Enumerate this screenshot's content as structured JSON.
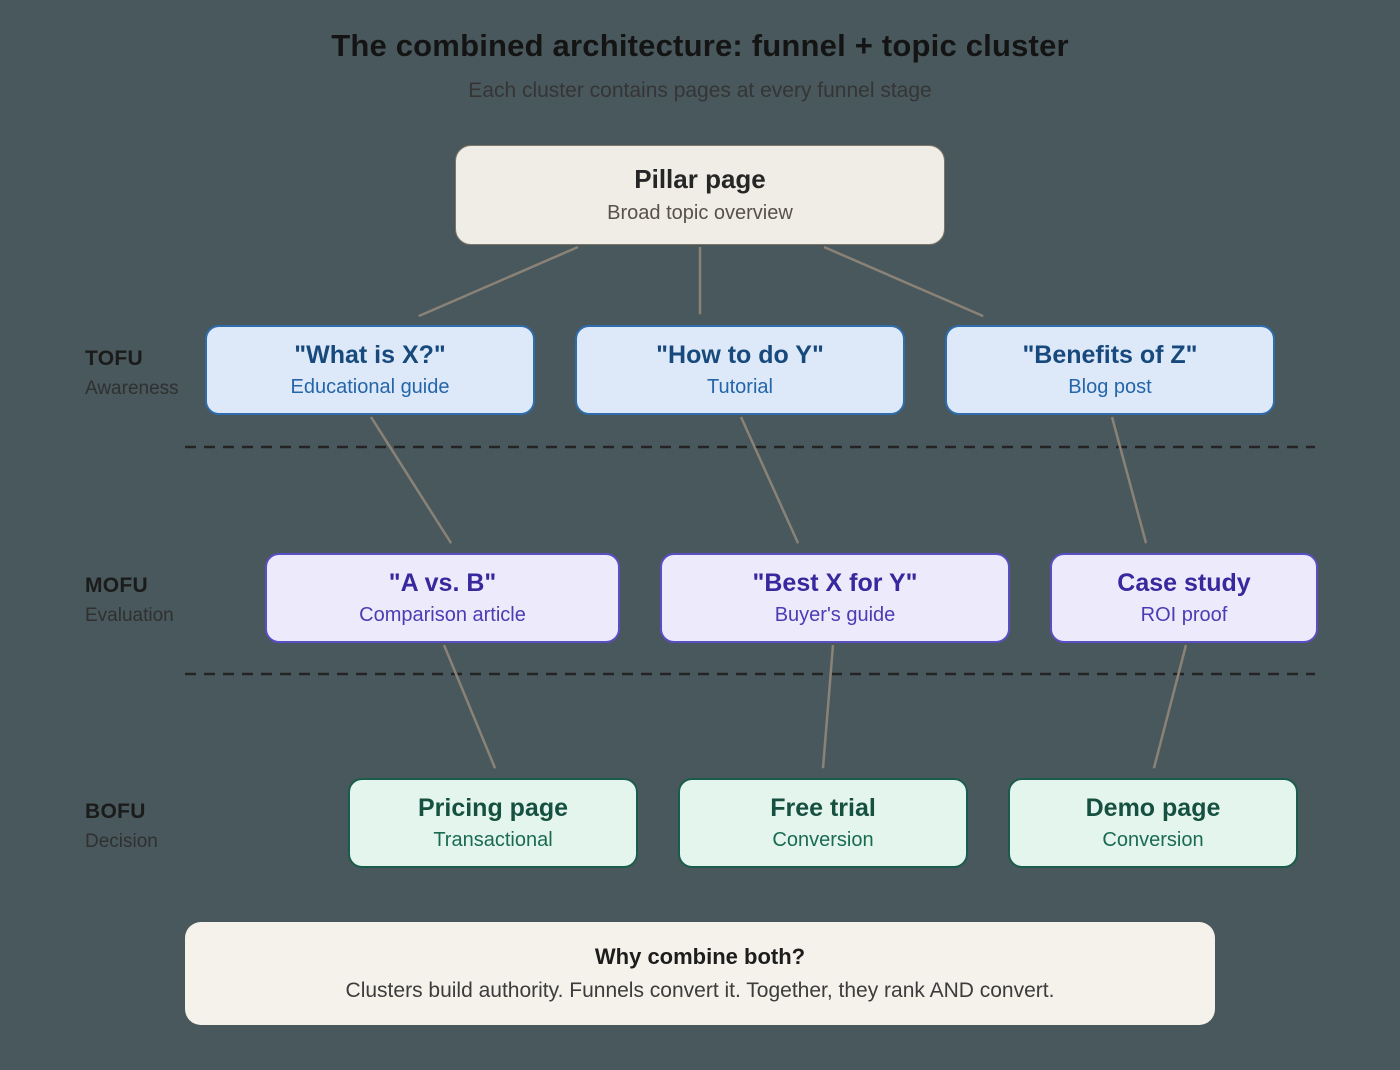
{
  "header": {
    "title": "The combined architecture: funnel + topic cluster",
    "subtitle": "Each cluster contains pages at every funnel stage"
  },
  "pillar": {
    "title": "Pillar page",
    "subtitle": "Broad topic overview"
  },
  "rows": [
    {
      "stage": "TOFU",
      "stage_sub": "Awareness",
      "accent": "#2e6cac",
      "fill": "#dde9f9",
      "boxes": [
        {
          "title": "\"What is X?\"",
          "subtitle": "Educational guide"
        },
        {
          "title": "\"How to do Y\"",
          "subtitle": "Tutorial"
        },
        {
          "title": "\"Benefits of Z\"",
          "subtitle": "Blog post"
        }
      ]
    },
    {
      "stage": "MOFU",
      "stage_sub": "Evaluation",
      "accent": "#5a4ec4",
      "fill": "#edeafb",
      "boxes": [
        {
          "title": "\"A vs. B\"",
          "subtitle": "Comparison article"
        },
        {
          "title": "\"Best X for Y\"",
          "subtitle": "Buyer's guide"
        },
        {
          "title": "Case study",
          "subtitle": "ROI proof"
        }
      ]
    },
    {
      "stage": "BOFU",
      "stage_sub": "Decision",
      "accent": "#1a5c4c",
      "fill": "#e3f5ec",
      "boxes": [
        {
          "title": "Pricing page",
          "subtitle": "Transactional"
        },
        {
          "title": "Free trial",
          "subtitle": "Conversion"
        },
        {
          "title": "Demo page",
          "subtitle": "Conversion"
        }
      ]
    }
  ],
  "footer": {
    "title": "Why combine both?",
    "body": "Clusters build authority. Funnels convert it. Together, they rank AND convert."
  },
  "colors": {
    "background": "#48585c",
    "pillar_fill": "#f0ede6",
    "arrow": "#8a8277",
    "dashed_line": "#242424"
  }
}
